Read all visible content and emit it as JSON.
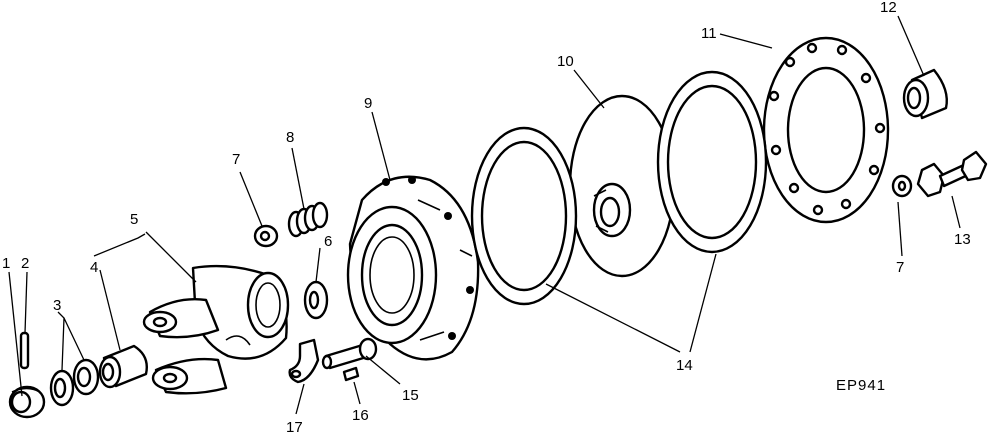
{
  "diagram": {
    "figure_code": "EP941",
    "callouts": [
      {
        "id": "c1",
        "label": "1"
      },
      {
        "id": "c2",
        "label": "2"
      },
      {
        "id": "c3",
        "label": "3"
      },
      {
        "id": "c4",
        "label": "4"
      },
      {
        "id": "c5",
        "label": "5"
      },
      {
        "id": "c6",
        "label": "6"
      },
      {
        "id": "c7a",
        "label": "7"
      },
      {
        "id": "c7b",
        "label": "7"
      },
      {
        "id": "c8",
        "label": "8"
      },
      {
        "id": "c9",
        "label": "9"
      },
      {
        "id": "c10",
        "label": "10"
      },
      {
        "id": "c11",
        "label": "11"
      },
      {
        "id": "c12",
        "label": "12"
      },
      {
        "id": "c13",
        "label": "13"
      },
      {
        "id": "c14",
        "label": "14"
      },
      {
        "id": "c15",
        "label": "15"
      },
      {
        "id": "c16",
        "label": "16"
      },
      {
        "id": "c17",
        "label": "17"
      }
    ]
  }
}
